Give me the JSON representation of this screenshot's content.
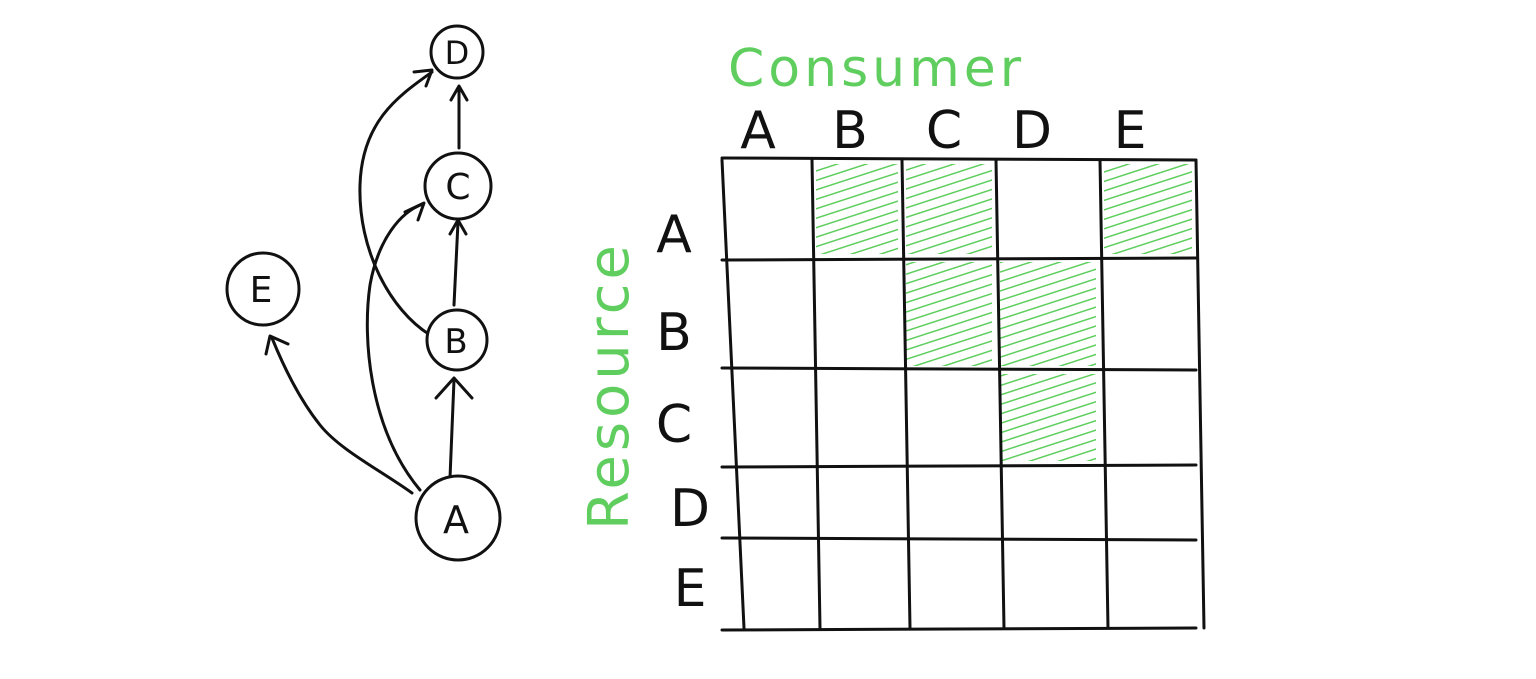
{
  "colors": {
    "ink": "#111111",
    "highlight": "#5fce5f",
    "background": "#ffffff"
  },
  "graph": {
    "nodes": [
      {
        "id": "D",
        "label": "D"
      },
      {
        "id": "C",
        "label": "C"
      },
      {
        "id": "E",
        "label": "E"
      },
      {
        "id": "B",
        "label": "B"
      },
      {
        "id": "A",
        "label": "A"
      }
    ],
    "edges": [
      {
        "from": "C",
        "to": "D"
      },
      {
        "from": "B",
        "to": "D"
      },
      {
        "from": "B",
        "to": "C"
      },
      {
        "from": "A",
        "to": "C"
      },
      {
        "from": "A",
        "to": "B"
      },
      {
        "from": "A",
        "to": "E"
      }
    ]
  },
  "matrix": {
    "column_title": "Consumer",
    "row_title": "Resource",
    "columns": [
      "A",
      "B",
      "C",
      "D",
      "E"
    ],
    "rows": [
      "A",
      "B",
      "C",
      "D",
      "E"
    ],
    "filled": [
      [
        0,
        1,
        1,
        0,
        1
      ],
      [
        0,
        0,
        1,
        1,
        0
      ],
      [
        0,
        0,
        0,
        1,
        0
      ],
      [
        0,
        0,
        0,
        0,
        0
      ],
      [
        0,
        0,
        0,
        0,
        0
      ]
    ]
  }
}
